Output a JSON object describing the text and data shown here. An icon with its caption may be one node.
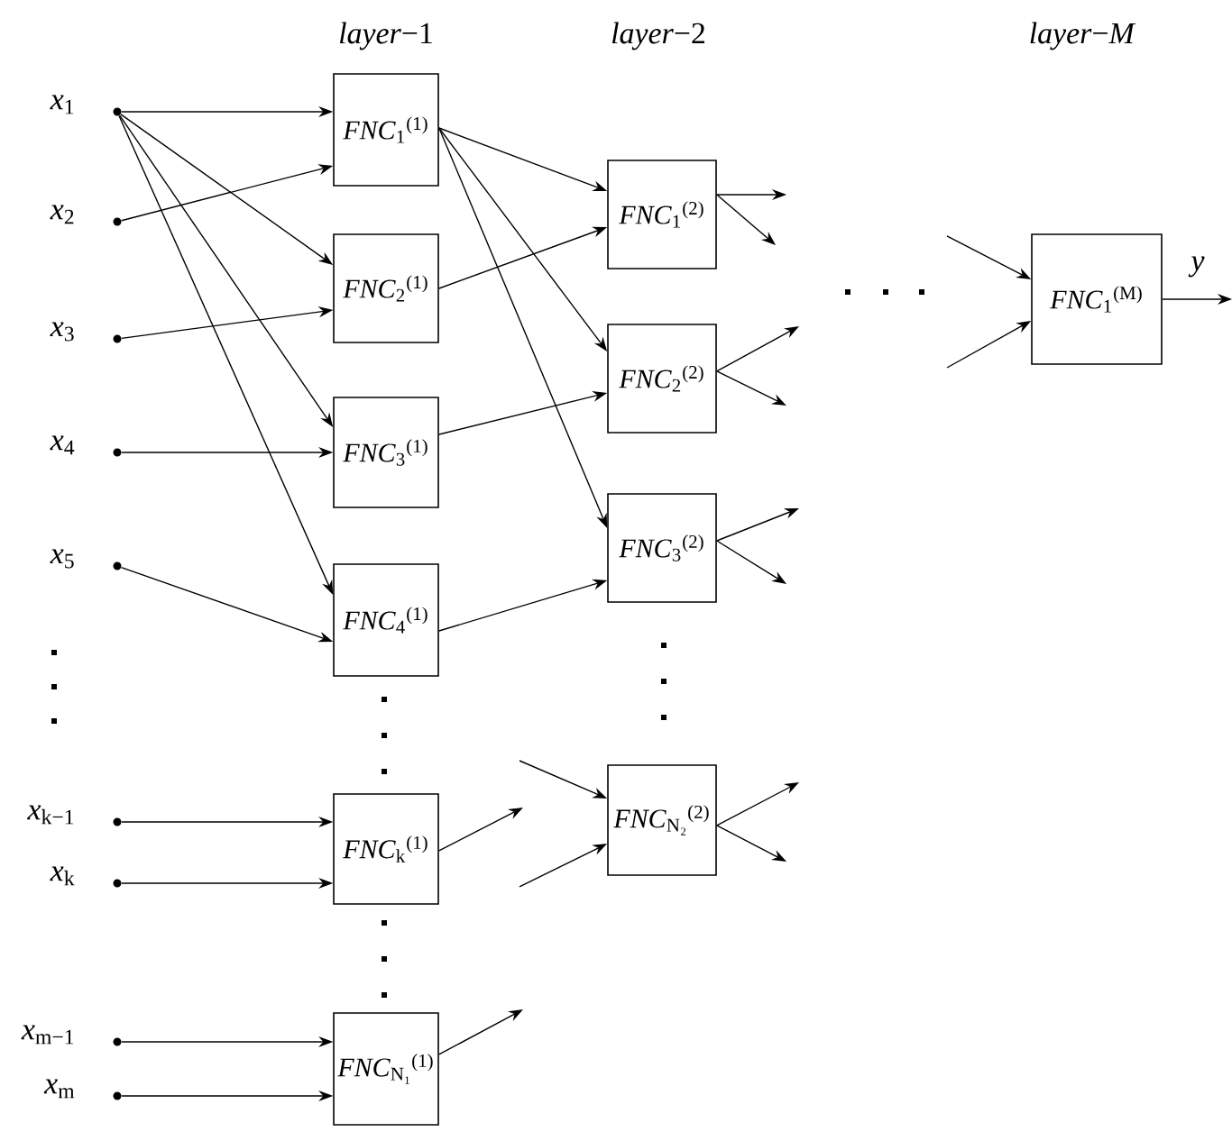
{
  "diagram": {
    "nodes": [
      {
        "text": [],
        "shape": "circle",
        "beside": [
          "*x*$_{1}$"
        ]
      },
      {
        "text": [],
        "shape": "circle",
        "beside": [
          "*x*$_{2}$"
        ]
      },
      {
        "text": [],
        "shape": "circle",
        "beside": [
          "*x*$_{3}$"
        ]
      },
      {
        "text": [],
        "shape": "circle",
        "beside": [
          "*x*$_{4}$"
        ]
      },
      {
        "text": [],
        "shape": "circle",
        "beside": [
          "*x*$_{5}$"
        ]
      },
      {
        "text": [],
        "shape": "circle",
        "beside": [
          "*x*$_{k−1}$"
        ]
      },
      {
        "text": [],
        "shape": "circle",
        "beside": [
          "*x*$_{k}$"
        ]
      },
      {
        "text": [],
        "shape": "circle",
        "beside": [
          "*x*$_{m−1}$"
        ]
      },
      {
        "text": [],
        "shape": "circle",
        "beside": [
          "*x*$_{m}$"
        ]
      },
      {
        "text": [
          "*FNC*$_{1}$$^{(1)}$"
        ]
      },
      {
        "text": [
          "*FNC*$_{2}$$^{(1)}$"
        ]
      },
      {
        "text": [
          "*FNC*$_{3}$$^{(1)}$"
        ]
      },
      {
        "text": [
          "*FNC*$_{4}$$^{(1)}$"
        ]
      },
      {
        "text": [
          "*FNC*$_{k}$$^{(1)}$"
        ]
      },
      {
        "text": [
          "*FNC*$_{N₁}$$^{(1)}$"
        ]
      },
      {
        "text": [
          "*FNC*$_{1}$$^{(2)}$"
        ]
      },
      {
        "text": [
          "*FNC*$_{2}$$^{(2)}$"
        ]
      },
      {
        "text": [
          "*FNC*$_{3}$$^{(2)}$"
        ]
      },
      {
        "text": [
          "*FNC*$_{N₂}$$^{(2)}$"
        ]
      },
      {
        "text": [
          "*FNC*$_{1}$$^{(M)}$"
        ]
      }
    ],
    "edges": [
      {
        "from": 0,
        "to": 9,
        "arrow": "to"
      },
      {
        "from": 0,
        "to": 10,
        "arrow": "to"
      },
      {
        "from": 0,
        "to": 11,
        "arrow": "to"
      },
      {
        "from": 0,
        "to": 12,
        "arrow": "to"
      },
      {
        "from": 1,
        "to": 9,
        "arrow": "to"
      },
      {
        "from": 2,
        "to": 10,
        "arrow": "to"
      },
      {
        "from": 3,
        "to": 11,
        "arrow": "to"
      },
      {
        "from": 4,
        "to": 12,
        "arrow": "to"
      },
      {
        "from": 5,
        "to": 13,
        "arrow": "to"
      },
      {
        "from": 6,
        "to": 13,
        "arrow": "to"
      },
      {
        "from": 7,
        "to": 14,
        "arrow": "to"
      },
      {
        "from": 8,
        "to": 14,
        "arrow": "to"
      },
      {
        "from": 9,
        "to": 15,
        "arrow": "to"
      },
      {
        "from": 9,
        "to": 16,
        "arrow": "to"
      },
      {
        "from": 9,
        "to": 17,
        "arrow": "to"
      },
      {
        "from": 10,
        "to": 15,
        "arrow": "to"
      },
      {
        "from": 11,
        "to": 16,
        "arrow": "to"
      },
      {
        "from": 12,
        "to": 17,
        "arrow": "to"
      },
      {
        "from": 13,
        "to": null,
        "arrow": "to"
      },
      {
        "from": 14,
        "to": null,
        "arrow": "to"
      },
      {
        "from": null,
        "to": 18,
        "arrow": "to"
      },
      {
        "from": null,
        "to": 18,
        "arrow": "to"
      },
      {
        "from": 15,
        "to": null,
        "arrow": "to"
      },
      {
        "from": 15,
        "to": null,
        "arrow": "to"
      },
      {
        "from": 16,
        "to": null,
        "arrow": "to"
      },
      {
        "from": 16,
        "to": null,
        "arrow": "to"
      },
      {
        "from": 17,
        "to": null,
        "arrow": "to"
      },
      {
        "from": 17,
        "to": null,
        "arrow": "to"
      },
      {
        "from": 18,
        "to": null,
        "arrow": "to"
      },
      {
        "from": 18,
        "to": null,
        "arrow": "to"
      },
      {
        "from": null,
        "to": 19,
        "arrow": "to"
      },
      {
        "from": null,
        "to": 19,
        "arrow": "to"
      },
      {
        "from": 19,
        "to": null,
        "arrow": "to",
        "label": "y"
      }
    ],
    "labels": [
      "*layer*−1",
      "*layer*−2",
      "*layer*−*M*"
    ]
  }
}
